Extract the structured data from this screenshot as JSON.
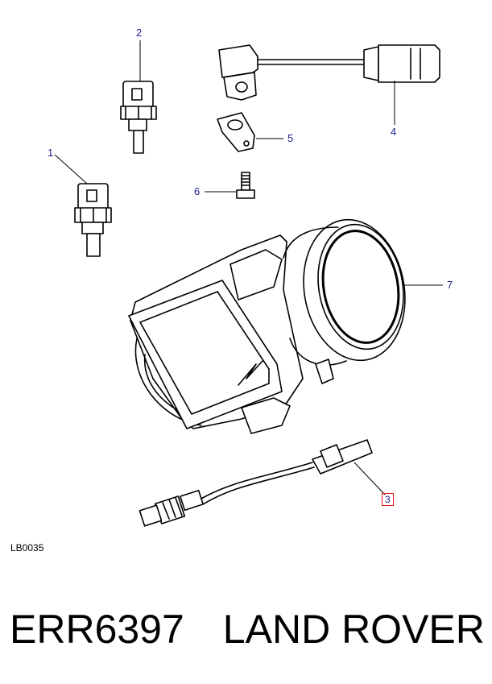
{
  "diagram": {
    "callouts": [
      {
        "id": "1",
        "label": "1"
      },
      {
        "id": "2",
        "label": "2"
      },
      {
        "id": "3",
        "label": "3",
        "highlighted": true
      },
      {
        "id": "4",
        "label": "4"
      },
      {
        "id": "5",
        "label": "5"
      },
      {
        "id": "6",
        "label": "6"
      },
      {
        "id": "7",
        "label": "7"
      }
    ],
    "reference_code": "LB0035",
    "highlight_color": "#e0141e",
    "callout_color": "#1a1a8c"
  },
  "caption": {
    "part_number": "ERR6397",
    "brand": "LAND ROVER"
  }
}
